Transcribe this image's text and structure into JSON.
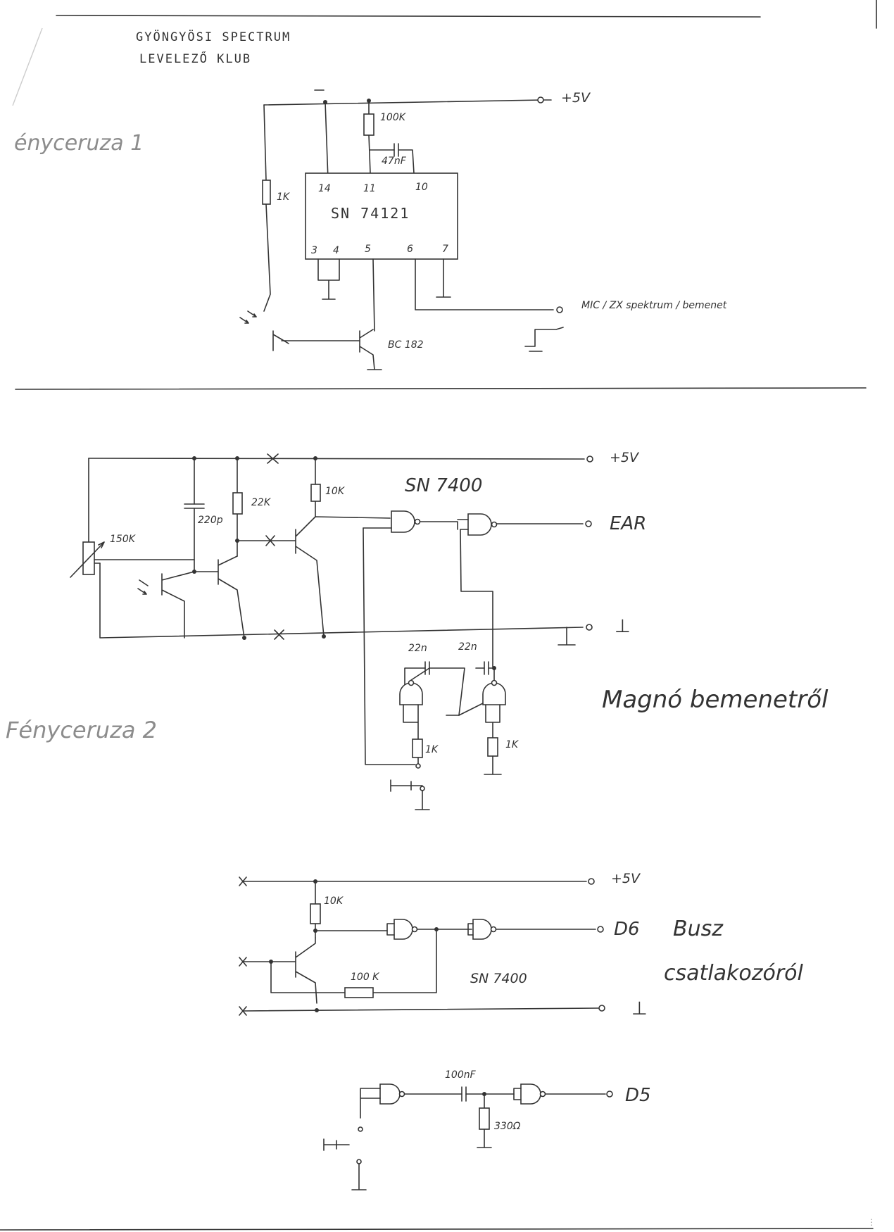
{
  "header": {
    "line1": "GYÖNGYÖSI SPECTRUM",
    "line2": "LEVELEZŐ KLUB"
  },
  "circuit1": {
    "title": "ényceruza 1",
    "supply": "+5V",
    "r_top": "100K",
    "c_top": "47nF",
    "r_left": "1K",
    "ic_name": "SN 74121",
    "pins_top": [
      "14",
      "11",
      "10"
    ],
    "pins_bottom": [
      "3",
      "4",
      "5",
      "6",
      "7"
    ],
    "output": "MIC / ZX spektrum / bemenet",
    "transistor": "BC 182"
  },
  "circuit2": {
    "title": "Fényceruza 2",
    "supply": "+5V",
    "ic_name": "SN 7400",
    "pot": "150K",
    "cap": "220p",
    "r1": "22K",
    "r2": "10K",
    "out_ear": "EAR",
    "ground": "⊥",
    "c_left": "22n",
    "c_right": "22n",
    "r_left": "1K",
    "r_right": "1K",
    "note": "Magnó bemenetről"
  },
  "circuit3": {
    "supply": "+5V",
    "r1": "10K",
    "r2": "100 K",
    "ic_name": "SN 7400",
    "out": "D6",
    "note_line1": "Busz",
    "note_line2": "csatlakozóról",
    "ground": "⊥"
  },
  "circuit4": {
    "cap": "100nF",
    "res": "330Ω",
    "out": "D5"
  }
}
